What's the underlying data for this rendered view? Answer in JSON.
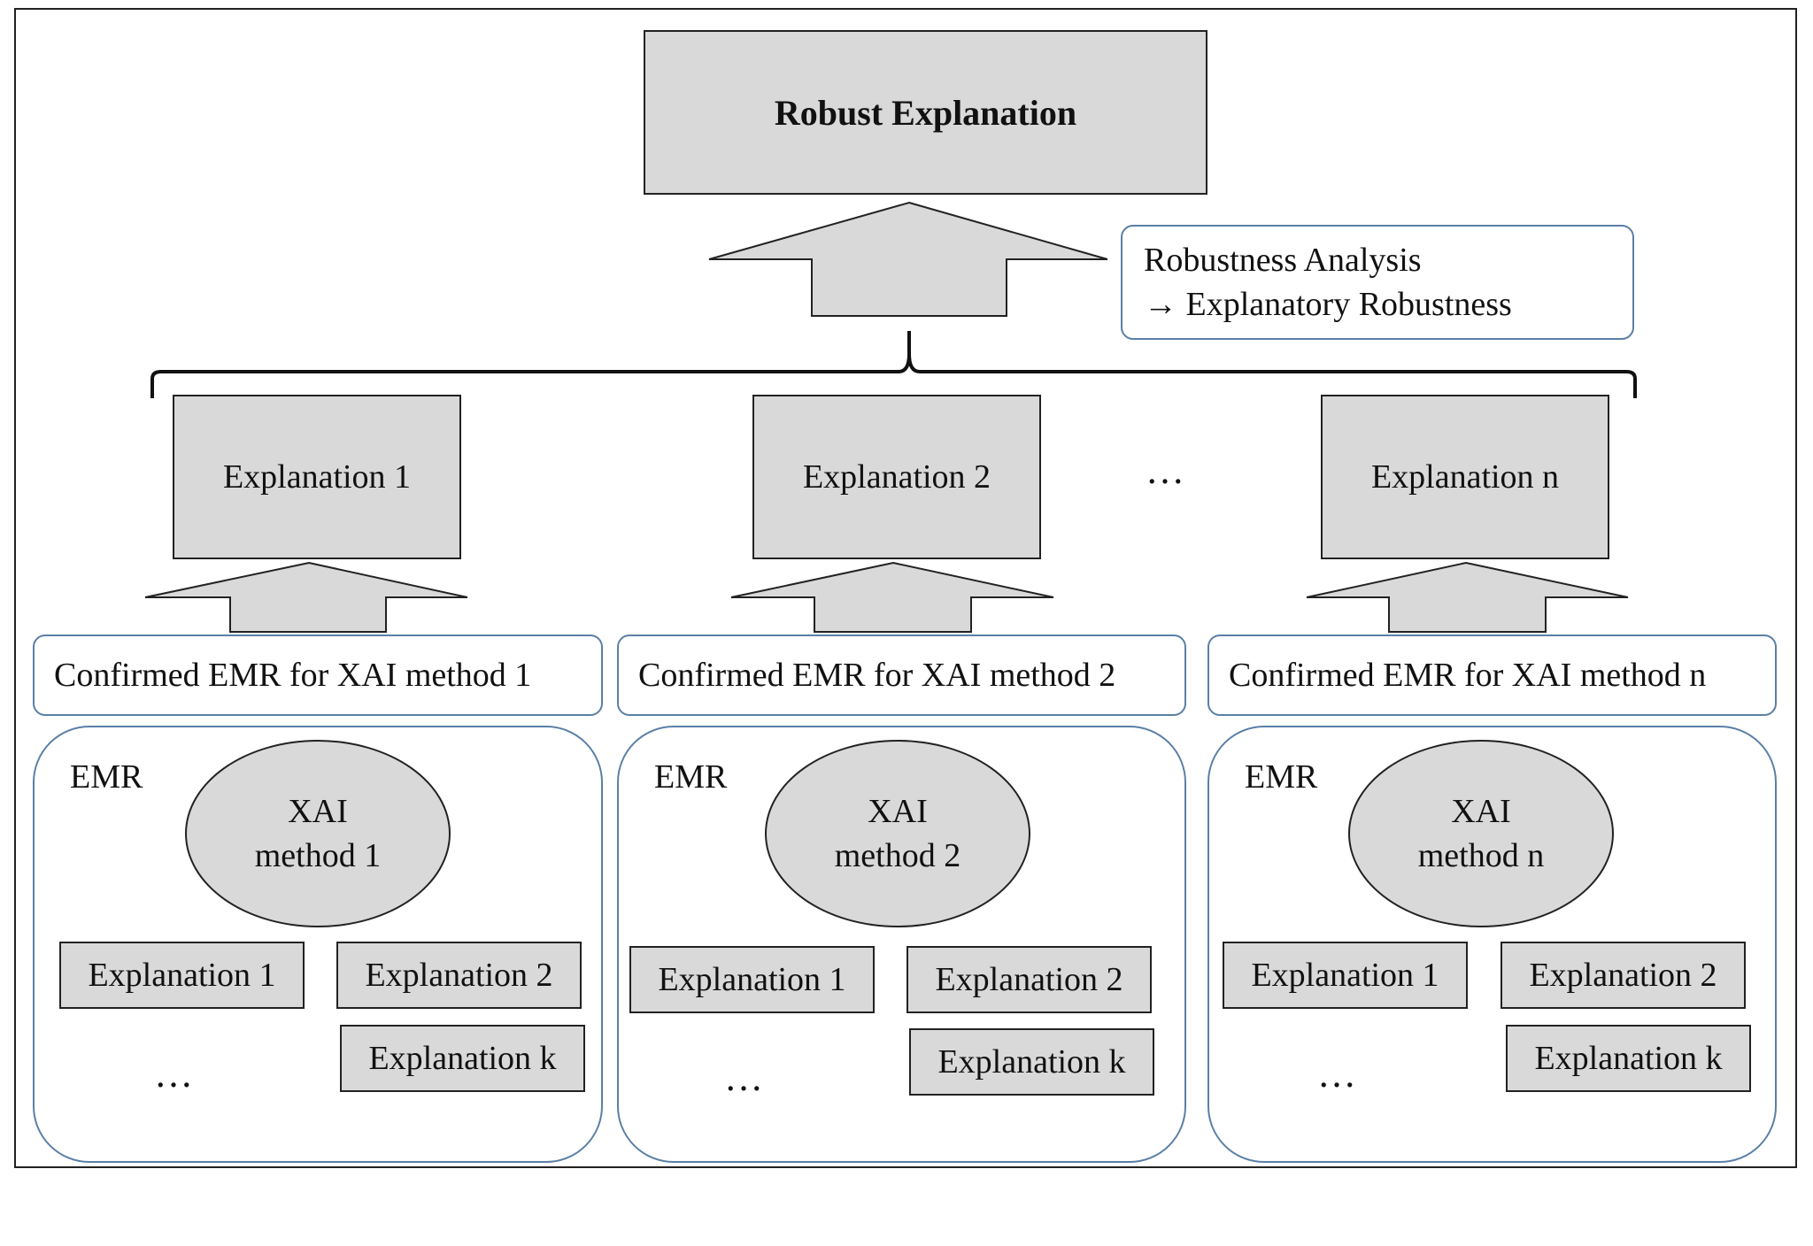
{
  "top": {
    "robust_explanation": "Robust Explanation",
    "analysis_line1": "Robustness Analysis",
    "analysis_line2": "→ Explanatory Robustness"
  },
  "ellipsis": "…",
  "explanations": [
    "Explanation 1",
    "Explanation 2",
    "Explanation n"
  ],
  "columns": [
    {
      "confirmed": "Confirmed EMR for XAI method 1",
      "emr_label": "EMR",
      "xai_line1": "XAI",
      "xai_line2": "method 1",
      "exp_a": "Explanation 1",
      "exp_b": "Explanation 2",
      "exp_k": "Explanation k"
    },
    {
      "confirmed": "Confirmed EMR for XAI method 2",
      "emr_label": "EMR",
      "xai_line1": "XAI",
      "xai_line2": "method 2",
      "exp_a": "Explanation 1",
      "exp_b": "Explanation 2",
      "exp_k": "Explanation k"
    },
    {
      "confirmed": "Confirmed EMR for XAI method n",
      "emr_label": "EMR",
      "xai_line1": "XAI",
      "xai_line2": "method n",
      "exp_a": "Explanation 1",
      "exp_b": "Explanation 2",
      "exp_k": "Explanation k"
    }
  ]
}
